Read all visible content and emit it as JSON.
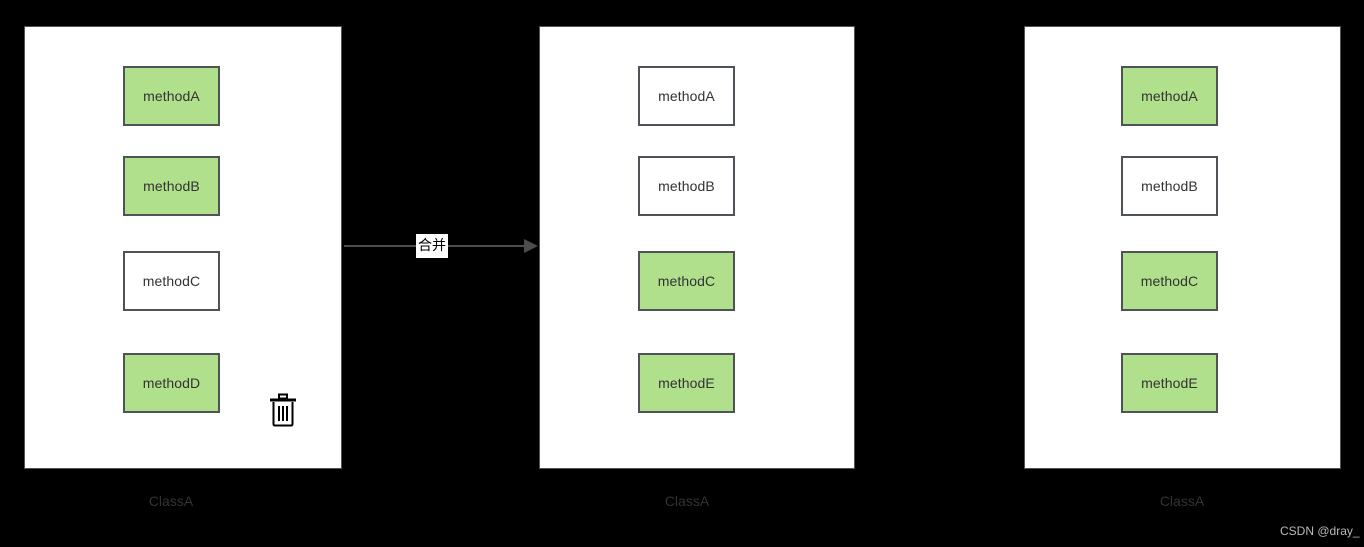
{
  "canvas": {
    "background_color": "#000000",
    "box_fill_green": "#b0e08c",
    "box_fill_white": "#ffffff",
    "box_border_color": "#4d5358",
    "panel_border_color": "#4d5358",
    "arrow_color": "#4d4d4d",
    "text_color": "#333333"
  },
  "panels": [
    {
      "caption": "ClassA",
      "methods": [
        {
          "label": "methodA",
          "state": "green"
        },
        {
          "label": "methodB",
          "state": "green"
        },
        {
          "label": "methodC",
          "state": "white"
        },
        {
          "label": "methodD",
          "state": "green"
        }
      ]
    },
    {
      "caption": "ClassA",
      "methods": [
        {
          "label": "methodA",
          "state": "white"
        },
        {
          "label": "methodB",
          "state": "white"
        },
        {
          "label": "methodC",
          "state": "green"
        },
        {
          "label": "methodE",
          "state": "green"
        }
      ]
    },
    {
      "caption": "ClassA",
      "methods": [
        {
          "label": "methodA",
          "state": "green"
        },
        {
          "label": "methodB",
          "state": "white"
        },
        {
          "label": "methodC",
          "state": "green"
        },
        {
          "label": "methodE",
          "state": "green"
        }
      ]
    }
  ],
  "arrow": {
    "label": "合并",
    "direction": "right"
  },
  "icons": {
    "trash": "trash-icon",
    "edit": "edit-icon",
    "plus": "plus-icon"
  },
  "watermark": "CSDN @dray_"
}
